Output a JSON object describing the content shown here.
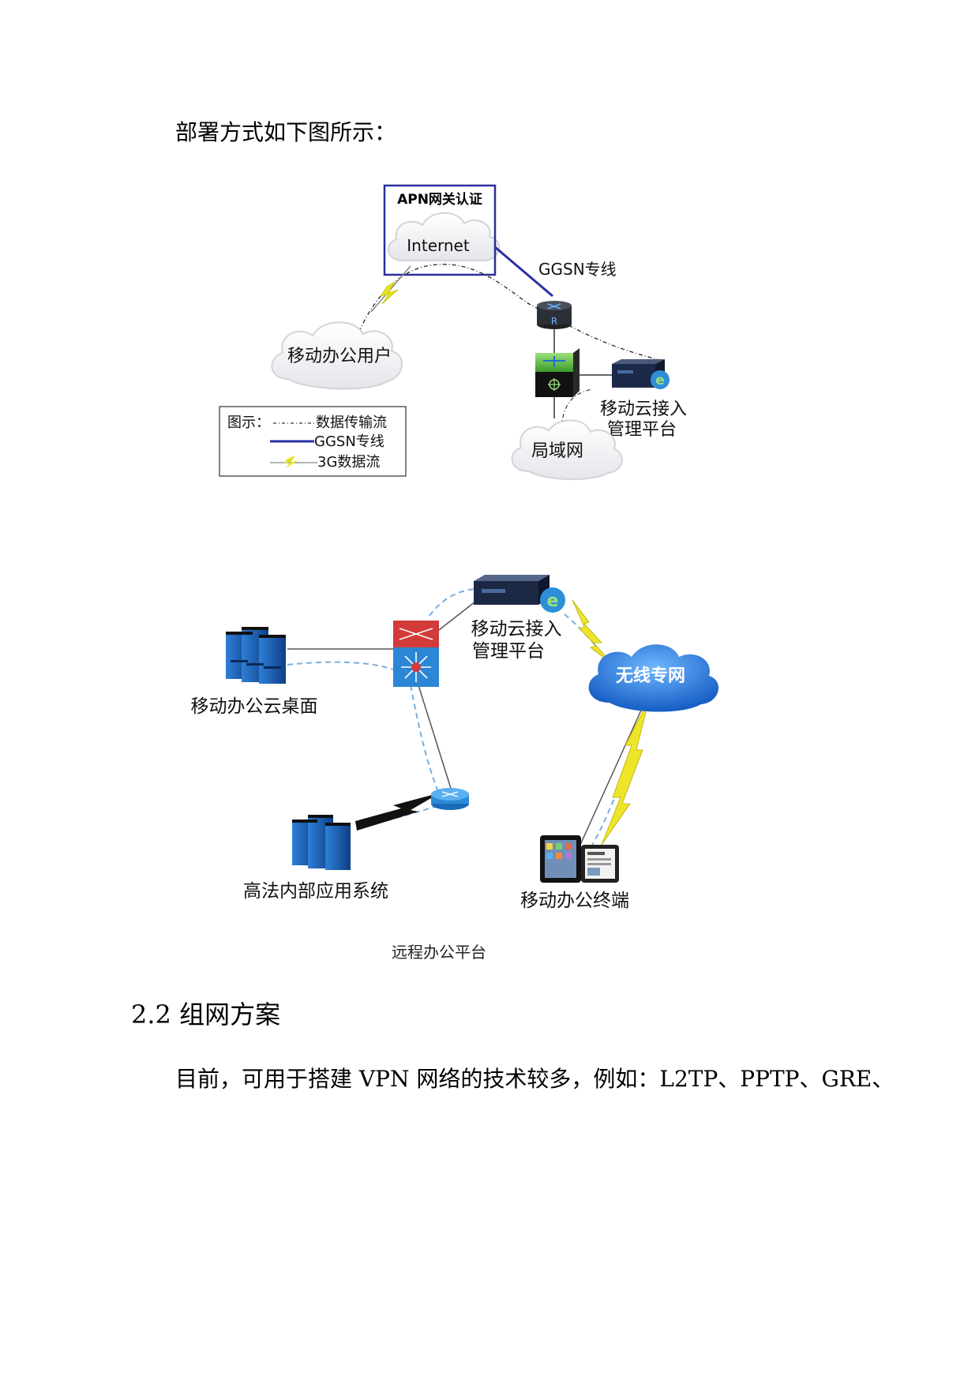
{
  "intro_text": "部署方式如下图所示：",
  "diagram1": {
    "apn_box_label": "APN网关认证",
    "internet_label": "Internet",
    "ggsn_line_label": "GGSN专线",
    "router_label": "R",
    "mobile_user_label": "移动办公用户",
    "platform_label_line1": "移动云接入",
    "platform_label_line2": "管理平台",
    "lan_label": "局域网",
    "legend": {
      "title": "图示：",
      "item1": "数据传输流",
      "item2": "GGSN专线",
      "item3": "3G数据流"
    }
  },
  "diagram2": {
    "platform_label_line1": "移动云接入",
    "platform_label_line2": "管理平台",
    "wireless_label": "无线专网",
    "desktop_label": "移动办公云桌面",
    "internal_label": "高法内部应用系统",
    "terminal_label": "移动办公终端"
  },
  "figure_caption": "远程办公平台",
  "section_heading": "2.2 组网方案",
  "body_text": "目前，可用于搭建 VPN 网络的技术较多，例如：L2TP、PPTP、GRE、",
  "colors": {
    "ggsn_blue": "#2a2fa0",
    "bolt_yellow": "#e8e21a",
    "cloud_blue": "#1e6fd0",
    "server_blue": "#1f5fb0"
  }
}
